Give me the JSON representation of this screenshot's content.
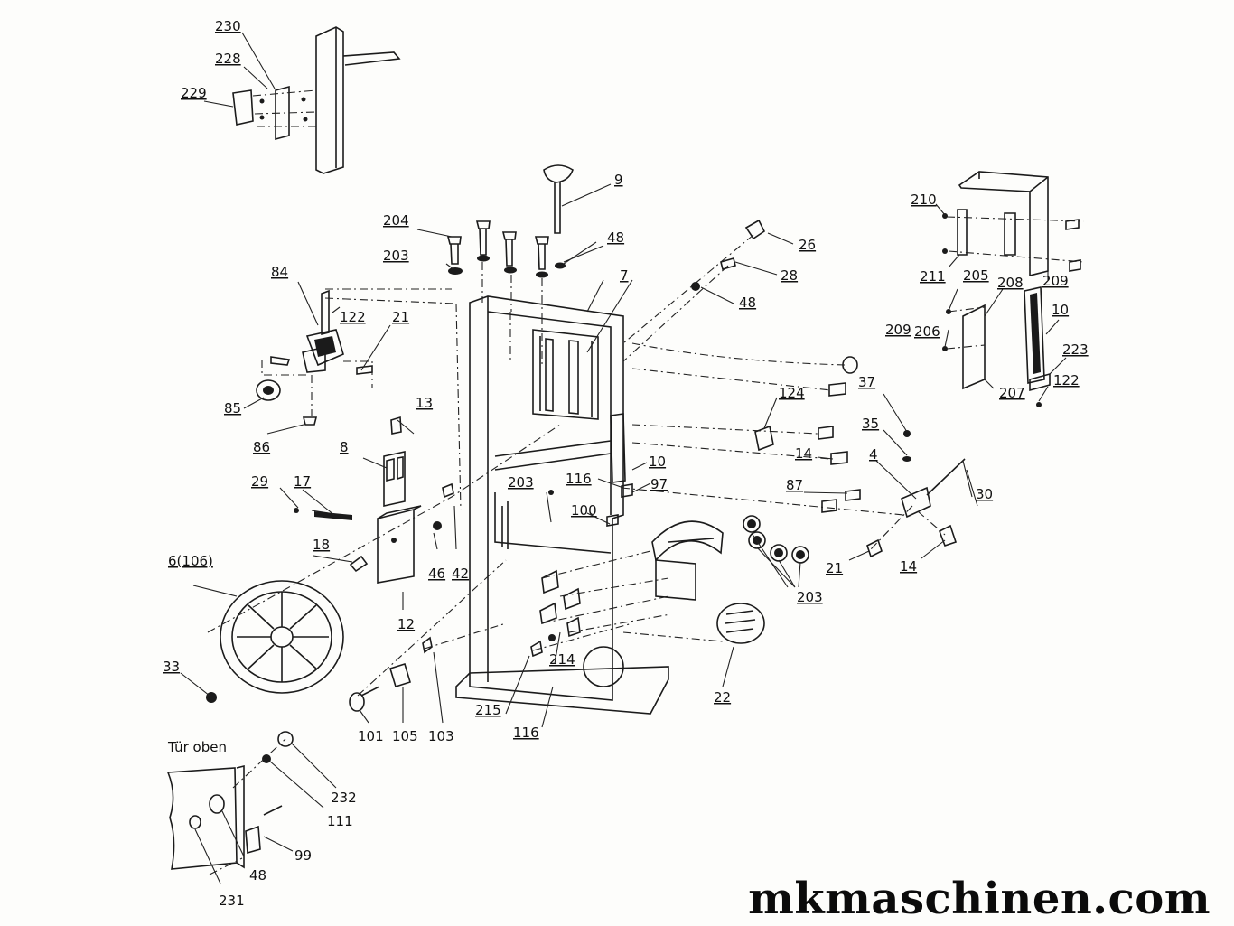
{
  "watermark": "mkmaschinen.com",
  "door_caption": "Tür oben",
  "callouts": {
    "c230": "230",
    "c228": "228",
    "c229": "229",
    "c9": "9",
    "c204": "204",
    "c48a": "48",
    "c203a": "203",
    "c7": "7",
    "c26": "26",
    "c28": "28",
    "c48b": "48",
    "c84": "84",
    "c122a": "122",
    "c21a": "21",
    "c85": "85",
    "c86": "86",
    "c13": "13",
    "c8": "8",
    "c29": "29",
    "c17": "17",
    "c18": "18",
    "c46": "46",
    "c42": "42",
    "c12": "12",
    "c6": "6(106)",
    "c33": "33",
    "c203b": "203",
    "c116a": "116",
    "c100": "100",
    "c10a": "10",
    "c97": "97",
    "c124": "124",
    "c209a": "209",
    "c14a": "14",
    "c87": "87",
    "c37": "37",
    "c35": "35",
    "c4": "4",
    "c30": "30",
    "c21b": "21",
    "c14b": "14",
    "c203c": "203",
    "c22": "22",
    "c214": "214",
    "c215": "215",
    "c116b": "116",
    "c101": "101",
    "c105": "105",
    "c103": "103",
    "c210": "210",
    "c211": "211",
    "c205": "205",
    "c208": "208",
    "c209b": "209",
    "c206": "206",
    "c10b": "10",
    "c223": "223",
    "c207": "207",
    "c122b": "122",
    "c232": "232",
    "c111": "111",
    "c99": "99",
    "c48c": "48",
    "c231": "231"
  }
}
